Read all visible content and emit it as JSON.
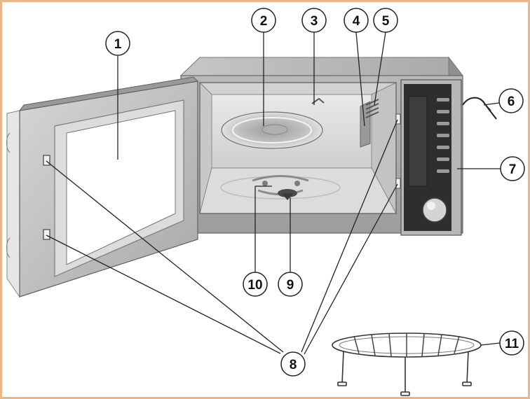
{
  "diagram": {
    "subject": "microwave-oven-parts",
    "frame_color": "#e8b88a",
    "callouts": [
      {
        "id": "c1",
        "label": "1"
      },
      {
        "id": "c2",
        "label": "2"
      },
      {
        "id": "c3",
        "label": "3"
      },
      {
        "id": "c4",
        "label": "4"
      },
      {
        "id": "c5",
        "label": "5"
      },
      {
        "id": "c6",
        "label": "6"
      },
      {
        "id": "c7",
        "label": "7"
      },
      {
        "id": "c8",
        "label": "8"
      },
      {
        "id": "c9",
        "label": "9"
      },
      {
        "id": "c10",
        "label": "10"
      },
      {
        "id": "c11",
        "label": "11"
      }
    ]
  }
}
